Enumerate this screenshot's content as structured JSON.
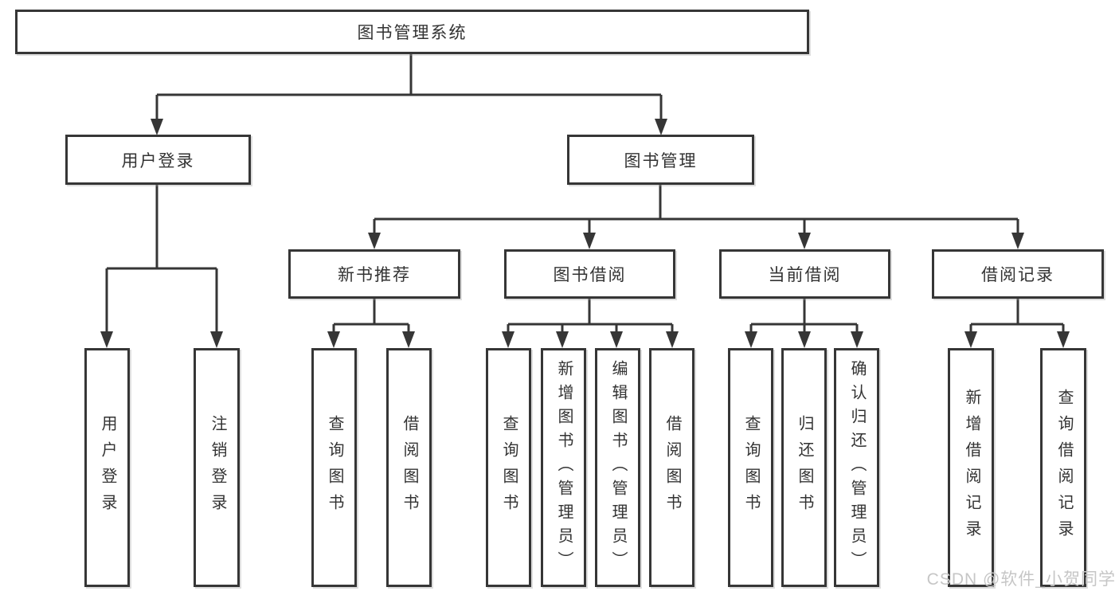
{
  "tree": {
    "root": {
      "label": "图书管理系统"
    },
    "level2": [
      {
        "label": "用户登录",
        "children": [
          {
            "label": "用户登录"
          },
          {
            "label": "注销登录"
          }
        ]
      },
      {
        "label": "图书管理",
        "children": [
          {
            "label": "新书推荐",
            "children": [
              {
                "label": "查询图书"
              },
              {
                "label": "借阅图书"
              }
            ]
          },
          {
            "label": "图书借阅",
            "children": [
              {
                "label": "查询图书"
              },
              {
                "label": "新增图书（管理员）"
              },
              {
                "label": "编辑图书（管理员）"
              },
              {
                "label": "借阅图书"
              }
            ]
          },
          {
            "label": "当前借阅",
            "children": [
              {
                "label": "查询图书"
              },
              {
                "label": "归还图书"
              },
              {
                "label": "确认归还（管理员）"
              }
            ]
          },
          {
            "label": "借阅记录",
            "children": [
              {
                "label": "新增借阅记录"
              },
              {
                "label": "查询借阅记录"
              }
            ]
          }
        ]
      }
    ]
  },
  "watermark": {
    "text": "CSDN @软件_小贺同学",
    "color": "#c6c6c6"
  },
  "colors": {
    "line": "#363636",
    "box_border": "#363636",
    "box_fill": "#ffffff",
    "text": "#333333",
    "background": "#ffffff"
  }
}
